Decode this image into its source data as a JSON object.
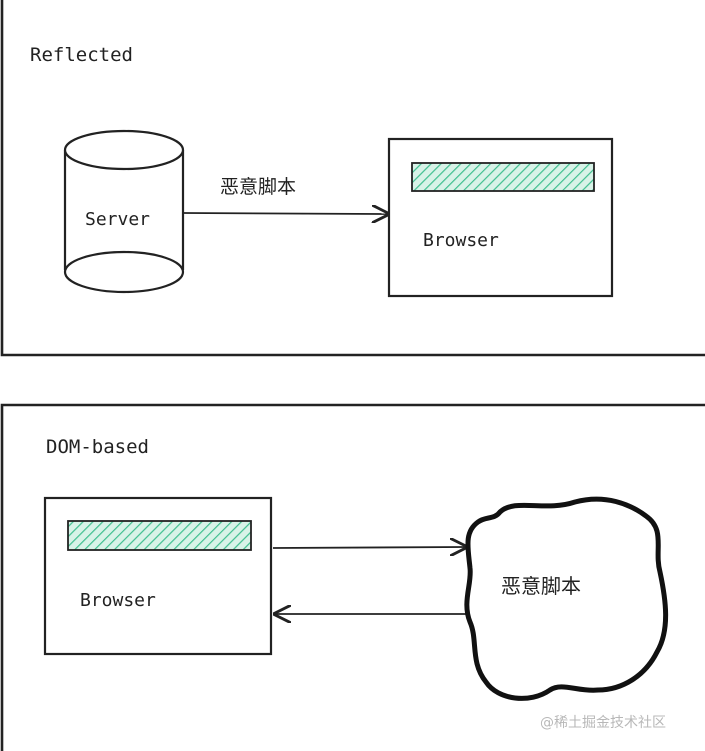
{
  "reflected": {
    "title": "Reflected",
    "server_label": "Server",
    "arrow_label": "恶意脚本",
    "browser_label": "Browser"
  },
  "dom_based": {
    "title": "DOM-based",
    "browser_label": "Browser",
    "cloud_label": "恶意脚本"
  },
  "watermark": "@稀土掘金技术社区",
  "colors": {
    "stroke": "#222222",
    "hatch": "#3fbf8f",
    "hatch_bg": "#d8f3e8"
  }
}
